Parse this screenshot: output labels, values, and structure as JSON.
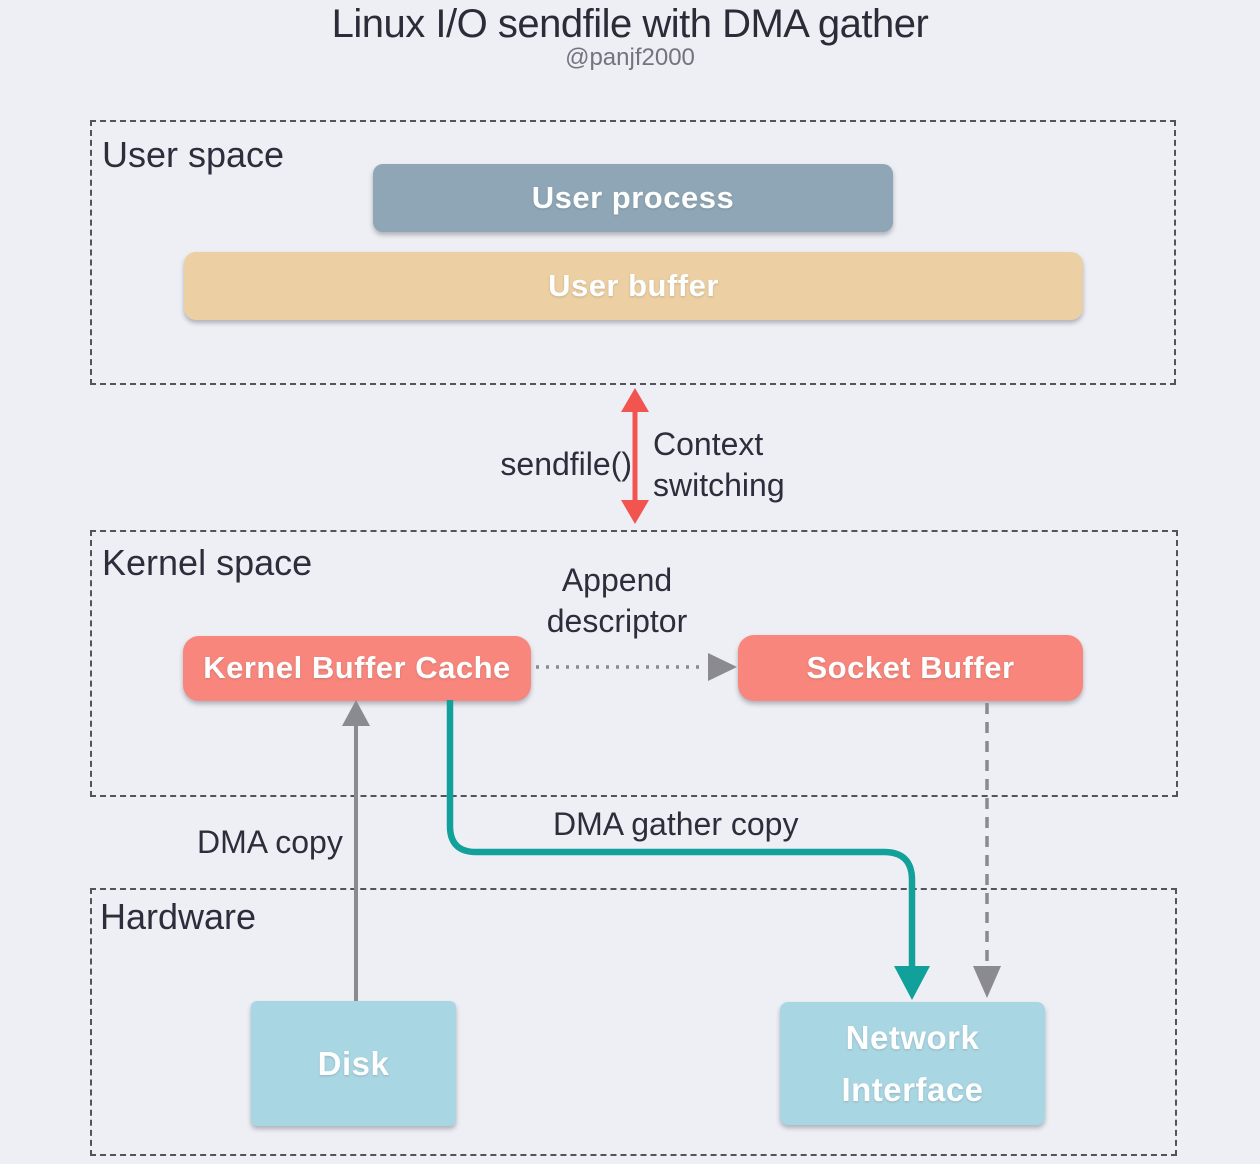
{
  "title": "Linux I/O sendfile with DMA gather",
  "author": "@panjf2000",
  "regions": {
    "user_space": {
      "label": "User space"
    },
    "kernel_space": {
      "label": "Kernel space"
    },
    "hardware": {
      "label": "Hardware"
    }
  },
  "nodes": {
    "user_process": {
      "label": "User process",
      "color": "#8ea6b6"
    },
    "user_buffer": {
      "label": "User buffer",
      "color": "#eccfa2"
    },
    "kernel_buffer_cache": {
      "label": "Kernel Buffer Cache",
      "color": "#f8867c"
    },
    "socket_buffer": {
      "label": "Socket Buffer",
      "color": "#f8867c"
    },
    "disk": {
      "label": "Disk",
      "color": "#a9d6e3"
    },
    "network_interface": {
      "label": "Network\nInterface",
      "color": "#a9d6e3"
    }
  },
  "edges": {
    "sendfile": {
      "label": "sendfile()",
      "color": "#f2544f",
      "style": "solid-double-arrow"
    },
    "context_switching": {
      "label": "Context\nswitching"
    },
    "append_descriptor": {
      "label": "Append\ndescriptor",
      "color": "#8a8a90",
      "style": "dotted-arrow"
    },
    "dma_copy": {
      "label": "DMA copy",
      "color": "#8a8a90",
      "style": "solid-arrow"
    },
    "dma_gather_copy": {
      "label": "DMA gather copy",
      "color": "#12a09a",
      "style": "solid-elbow-arrow"
    },
    "socket_to_nic": {
      "label": "",
      "color": "#8a8a90",
      "style": "dashed-arrow"
    }
  },
  "colors": {
    "background": "#edeff4",
    "region_border": "#55525e",
    "text": "#2f2c3b",
    "subtitle_text": "#75737f"
  }
}
